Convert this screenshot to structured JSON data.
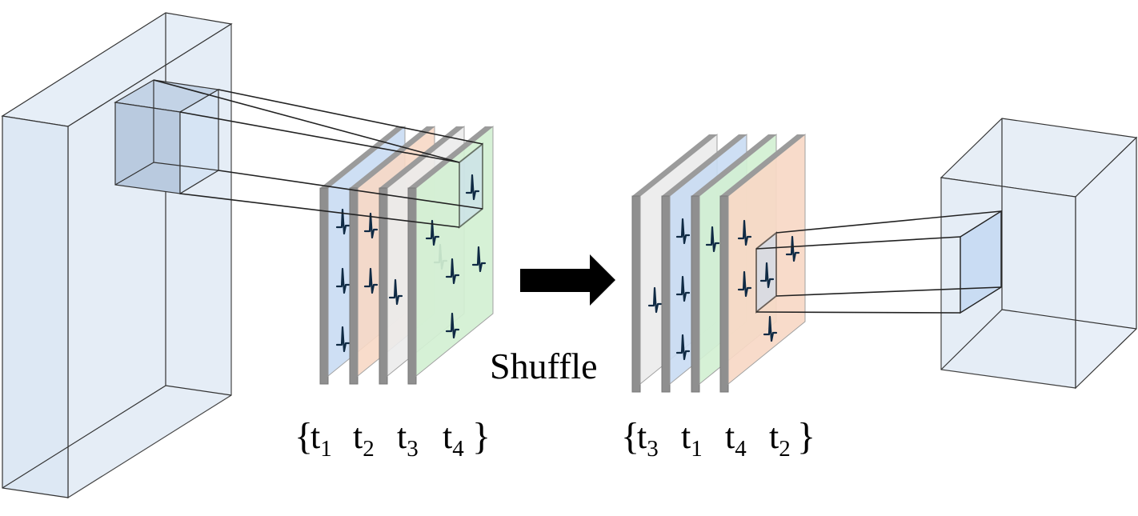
{
  "shuffle_label": "Shuffle",
  "input_sequence": {
    "labels": [
      {
        "base": "t",
        "sub": "1"
      },
      {
        "base": "t",
        "sub": "2"
      },
      {
        "base": "t",
        "sub": "3"
      },
      {
        "base": "t",
        "sub": "4"
      }
    ]
  },
  "shuffled_sequence": {
    "labels": [
      {
        "base": "t",
        "sub": "3"
      },
      {
        "base": "t",
        "sub": "1"
      },
      {
        "base": "t",
        "sub": "4"
      },
      {
        "base": "t",
        "sub": "2"
      }
    ]
  },
  "brace_open": "{",
  "brace_close": "}",
  "colors": {
    "blue_slice": "#c9dcf3",
    "orange_slice": "#f8d9c6",
    "gray_slice": "#ececec",
    "green_slice": "#d3f0d3",
    "frame": "#9b9b9b",
    "volume_fill": "#e3ecf6",
    "kernel_fill": "#c7d7e8",
    "arrow": "#000000"
  }
}
